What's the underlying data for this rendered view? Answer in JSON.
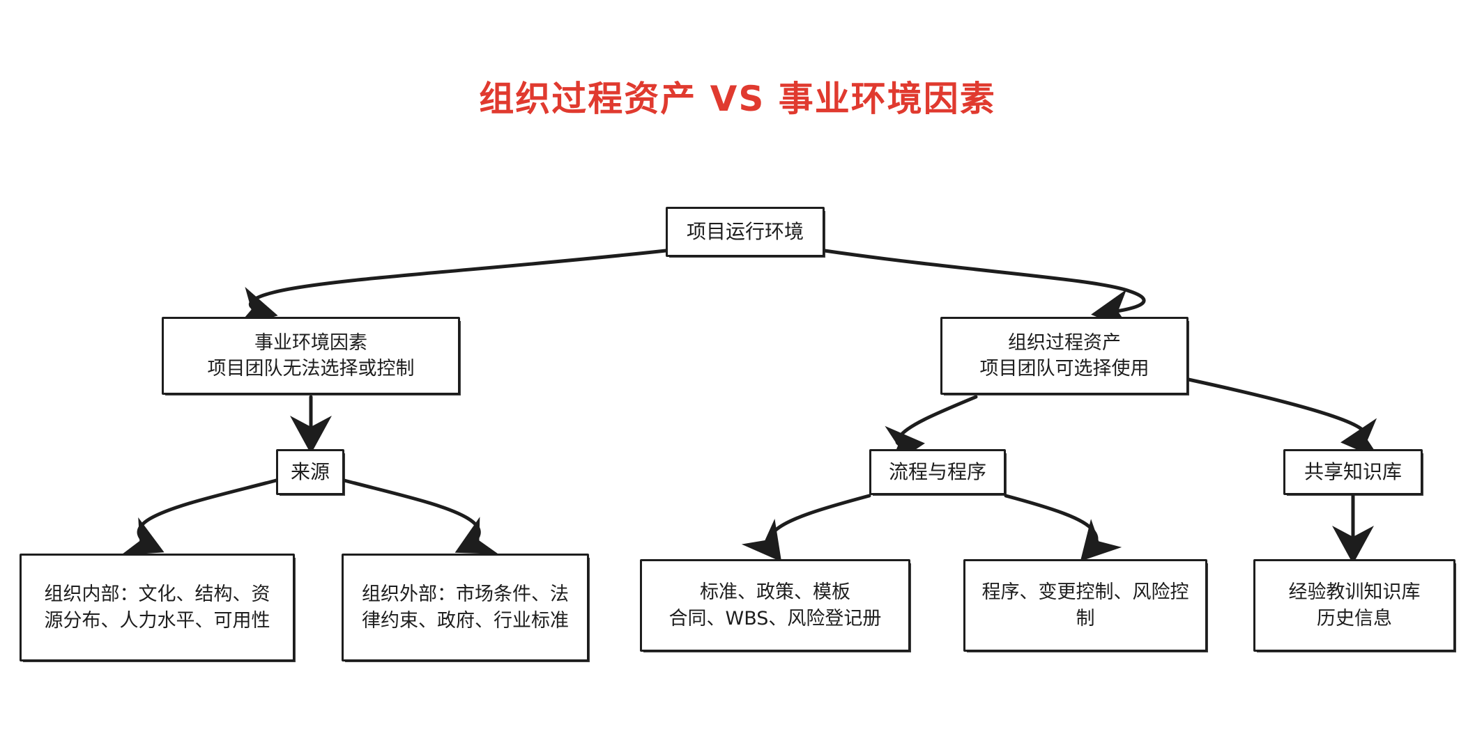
{
  "title": "组织过程资产 VS 事业环境因素",
  "title_color": "#e03a2f",
  "stroke_color": "#1d1d1d",
  "background": "#ffffff",
  "nodes": {
    "root": {
      "label": "项目运行环境"
    },
    "eef": {
      "label": "事业环境因素\n项目团队无法选择或控制"
    },
    "opa": {
      "label": "组织过程资产\n项目团队可选择使用"
    },
    "source": {
      "label": "来源"
    },
    "process": {
      "label": "流程与程序"
    },
    "knowledge": {
      "label": "共享知识库"
    },
    "internal": {
      "label": "组织内部：文化、结构、资\n源分布、人力水平、可用性"
    },
    "external": {
      "label": "组织外部：市场条件、法\n律约束、政府、行业标准"
    },
    "standards": {
      "label": "标准、政策、模板\n合同、WBS、风险登记册"
    },
    "procedures": {
      "label": "程序、变更控制、风险控\n制"
    },
    "lessons": {
      "label": "经验教训知识库\n历史信息"
    }
  },
  "edges": [
    {
      "from": "root",
      "to": "eef",
      "style": "curved-arrow"
    },
    {
      "from": "root",
      "to": "opa",
      "style": "curved-arrow"
    },
    {
      "from": "eef",
      "to": "source",
      "style": "straight-arrow"
    },
    {
      "from": "source",
      "to": "internal",
      "style": "curved-arrow"
    },
    {
      "from": "source",
      "to": "external",
      "style": "curved-arrow"
    },
    {
      "from": "opa",
      "to": "process",
      "style": "curved-arrow"
    },
    {
      "from": "opa",
      "to": "knowledge",
      "style": "curved-arrow"
    },
    {
      "from": "process",
      "to": "standards",
      "style": "curved-arrow"
    },
    {
      "from": "process",
      "to": "procedures",
      "style": "curved-arrow"
    },
    {
      "from": "knowledge",
      "to": "lessons",
      "style": "straight-arrow"
    }
  ]
}
